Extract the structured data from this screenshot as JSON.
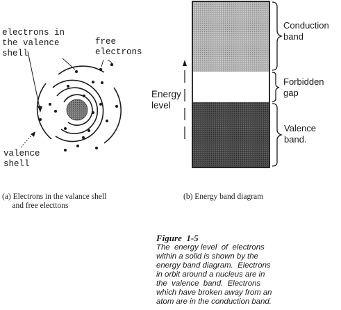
{
  "atom": {
    "label_valence_electrons": "electrons in\nthe valence\nshell",
    "label_free_electrons": "free\nelectrons",
    "label_valence_shell": "valence\nshell"
  },
  "bands": {
    "conduction": "Conduction\nband",
    "forbidden": "Forbidden\ngap",
    "valence": "Valence\nband.",
    "energy_level": "Energy\nlevel",
    "colors": {
      "conduction": "#a8a8a8",
      "forbidden": "#ffffff",
      "valence": "#4a4a4a"
    }
  },
  "captions": {
    "a": "(a) Electrons in the valance shell\n     and free electtons",
    "b": "(b) Energy band diagram"
  },
  "figure": {
    "title": "Figure  1-5",
    "text": "The  energy level  of  electrons\nwithin a solid is shown by the\nenergy band diagram.  Electrons\nin orbit around a nucleus are in\nthe  valence  band.  Electrons\nwhich have broken away from an\natom are in the conduction band."
  }
}
